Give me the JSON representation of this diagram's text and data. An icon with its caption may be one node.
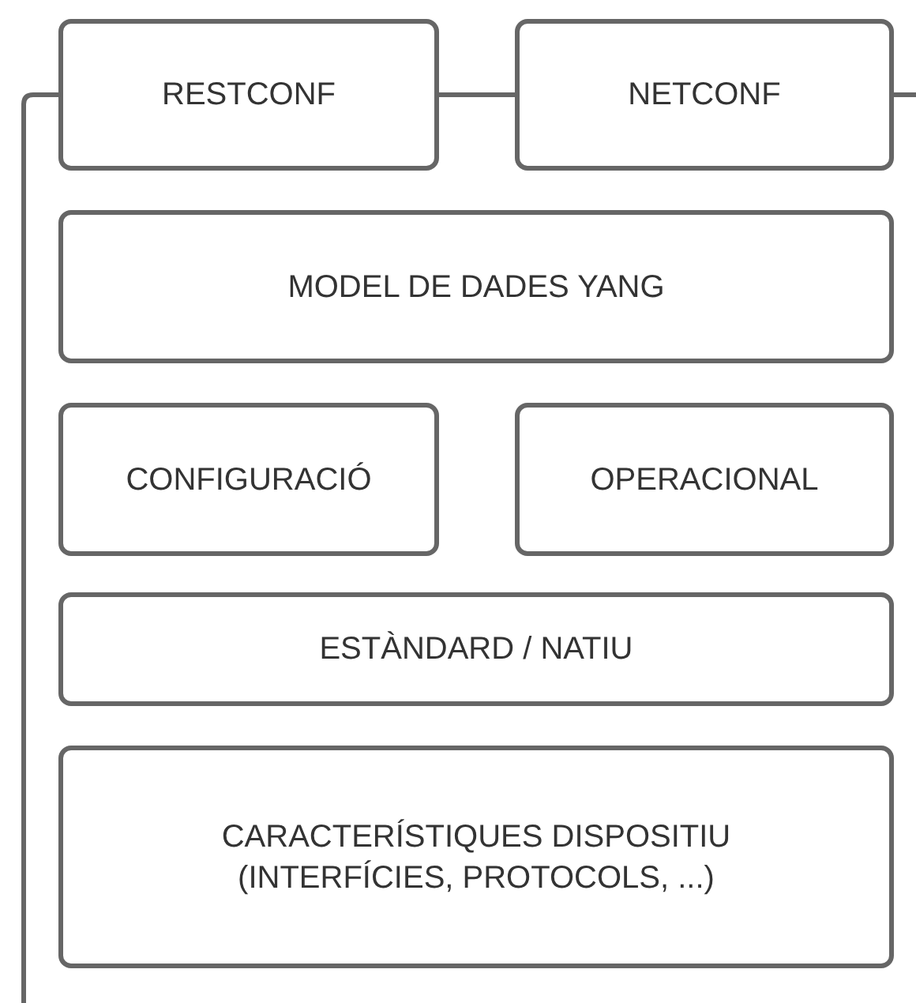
{
  "diagram": {
    "nodes": [
      {
        "text": [
          "RESTCONF"
        ]
      },
      {
        "text": [
          "NETCONF"
        ]
      },
      {
        "text": [
          "MODEL DE DADES YANG"
        ]
      },
      {
        "text": [
          "CONFIGURACIÓ"
        ]
      },
      {
        "text": [
          "OPERACIONAL"
        ]
      },
      {
        "text": [
          "ESTÀNDARD / NATIU"
        ]
      },
      {
        "text": [
          "CARACTERÍSTIQUES DISPOSITIU (INTERFÍCIES, PROTOCOLS, ...)"
        ]
      }
    ],
    "edges": [
      {
        "from": 0,
        "to": 1,
        "arrow": "none"
      },
      {
        "from": 0,
        "to": null,
        "arrow": "none"
      },
      {
        "from": 1,
        "to": null,
        "arrow": "none"
      }
    ]
  }
}
